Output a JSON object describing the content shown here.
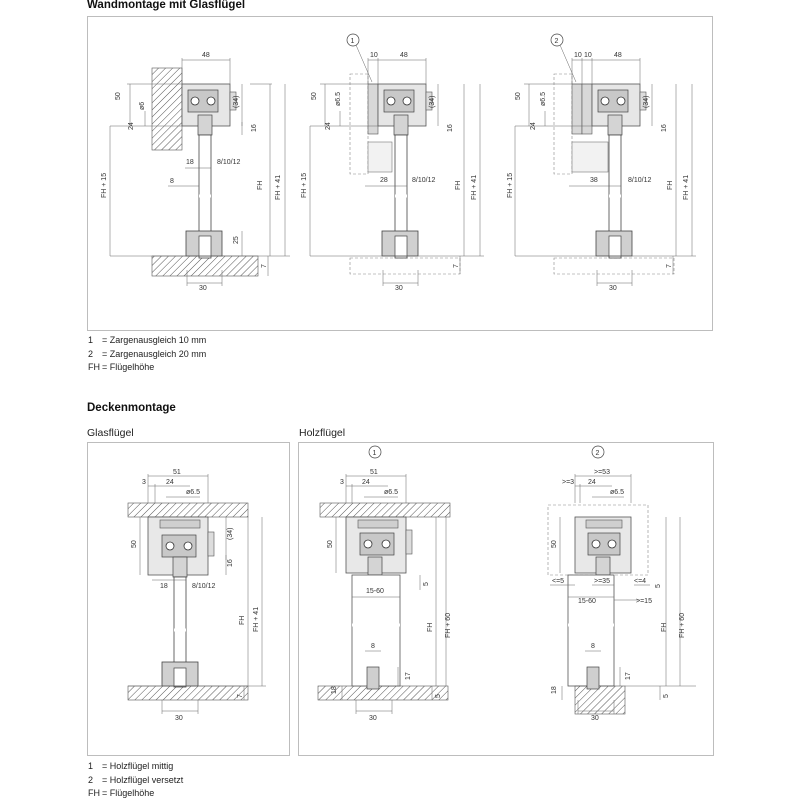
{
  "wall": {
    "title": "Wandmontage mit Glasflügel",
    "legend": [
      {
        "key": "1",
        "text": "= Zargenausgleich 10 mm"
      },
      {
        "key": "2",
        "text": "= Zargenausgleich 20 mm"
      },
      {
        "key": "FH",
        "text": "= Flügelhöhe"
      }
    ]
  },
  "ceiling": {
    "title": "Deckenmontage",
    "glass_label": "Glasflügel",
    "wood_label": "Holzflügel",
    "legend": [
      {
        "key": "1",
        "text": "= Holzflügel mittig"
      },
      {
        "key": "2",
        "text": "= Holzflügel versetzt"
      },
      {
        "key": "FH",
        "text": "= Flügelhöhe"
      }
    ]
  },
  "callouts": [
    "1",
    "2"
  ],
  "dims": {
    "w48": "48",
    "w10": "10",
    "h50": "50",
    "d6": "ø6",
    "d65": "ø6.5",
    "h24": "24",
    "h34": "(34)",
    "h16": "16",
    "w18": "18",
    "glass": "8/10/12",
    "w8": "8",
    "fh15": "FH + 15",
    "fh": "FH",
    "fh41": "FH + 41",
    "h25": "25",
    "h7": "7",
    "w30": "30",
    "w28": "28",
    "w38": "38",
    "w51": "51",
    "w3": "3",
    "ge53": ">=53",
    "ge3": ">=3",
    "h5": "5",
    "r1560": "15-60",
    "fh60": "FH + 60",
    "h17": "17",
    "h18": "18",
    "le5": "<=5",
    "ge35": ">=35",
    "le4": "<=4",
    "ge15": ">=15"
  }
}
